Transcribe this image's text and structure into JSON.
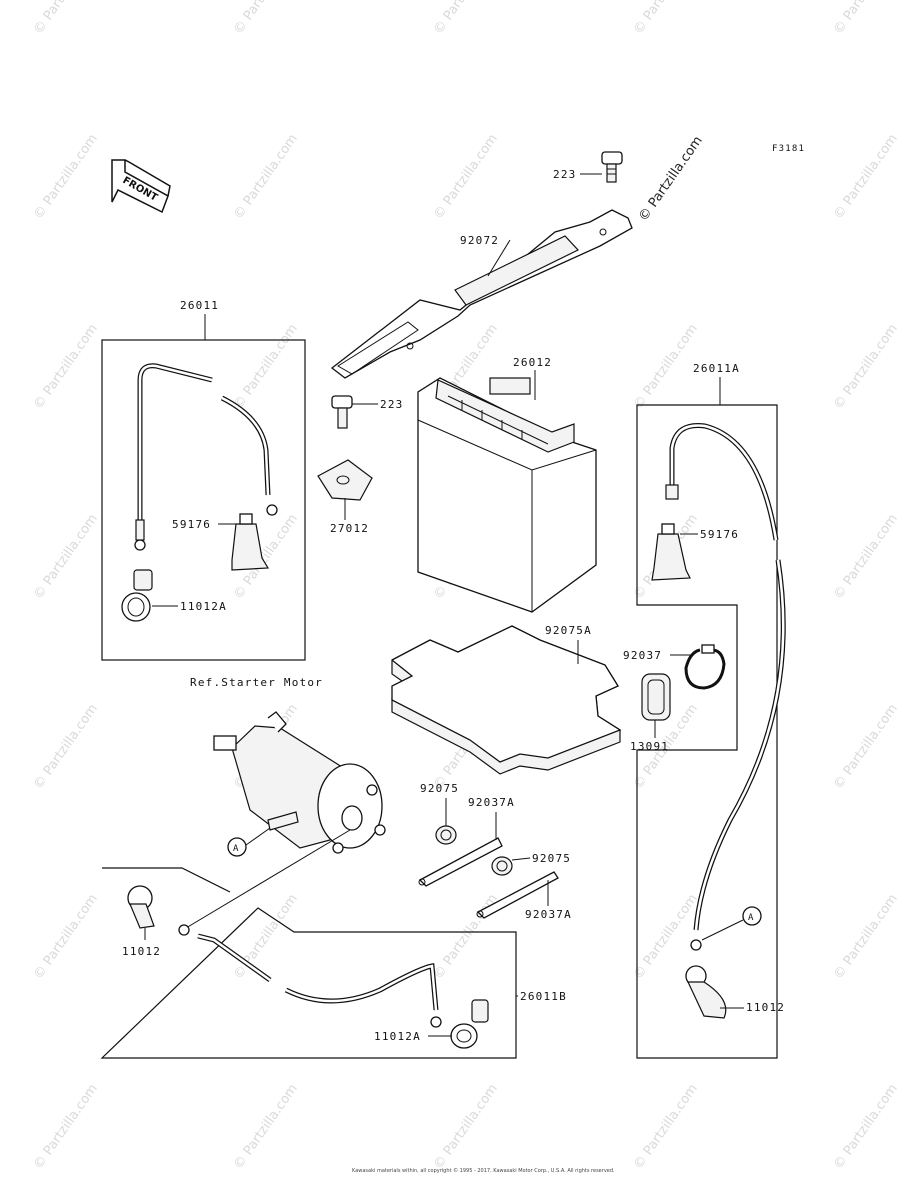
{
  "figure_id": "F3181",
  "front_arrow_label": "FRONT",
  "watermark": "© Partzilla.com",
  "ref_label": "Ref.Starter Motor",
  "labels": {
    "bolt_top": "223",
    "strap": "92072",
    "lead_left": "26011",
    "battery": "26012",
    "bolt_mid": "223",
    "lead_right": "26011A",
    "bracket": "27012",
    "cap_left": "59176",
    "cap_right": "59176",
    "terminal_left": "11012A",
    "mat": "92075A",
    "band": "92037",
    "cap_small": "13091",
    "damper_1": "92075",
    "tie_1": "92037A",
    "damper_2": "92075",
    "tie_2": "92037A",
    "circle_a_left": "A",
    "circle_a_right": "A",
    "terminal_bottom_left": "11012",
    "lead_bottom": "26011B",
    "terminal_bottom": "11012A",
    "terminal_right": "11012"
  },
  "copyright": "Kawasaki materials within, all copyright © 1995 - 2017, Kawasaki Motor Corp., U.S.A. All rights reserved."
}
